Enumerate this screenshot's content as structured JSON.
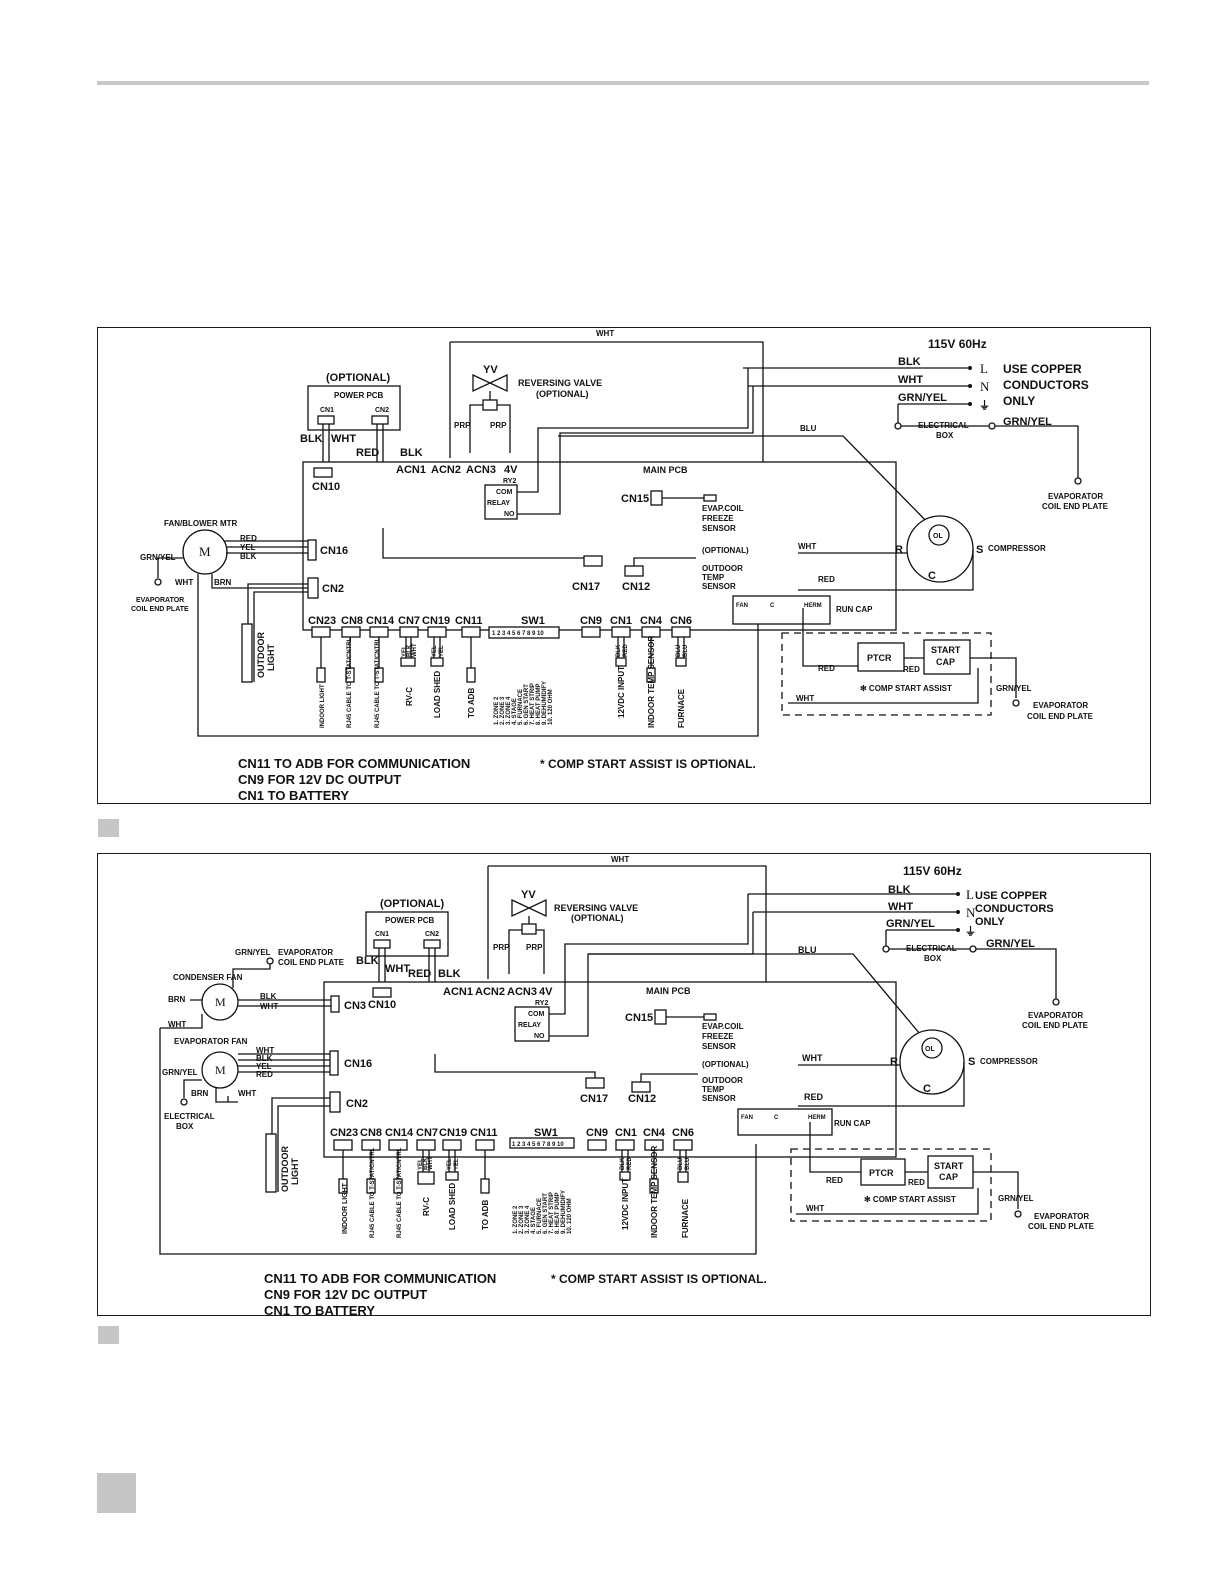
{
  "diagram1": {
    "wht_top": "WHT",
    "supply": "115V 60Hz",
    "line_labels": [
      "BLK",
      "WHT",
      "GRN/YEL"
    ],
    "line_terms": [
      "L",
      "N",
      "⏚"
    ],
    "copper_note": [
      "USE COPPER",
      "CONDUCTORS",
      "ONLY"
    ],
    "optional": "(OPTIONAL)",
    "power_pcb": "POWER PCB",
    "pcb_cn1": "CN1",
    "pcb_cn2": "CN2",
    "yv": "YV",
    "reversing_valve": "REVERSING VALVE",
    "rv_optional": "(OPTIONAL)",
    "prp1": "PRP",
    "prp2": "PRP",
    "blu": "BLU",
    "elec_box": [
      "ELECTRICAL",
      "BOX"
    ],
    "grnyel_right": "GRN/YEL",
    "evap_plate_right": [
      "EVAPORATOR",
      "COIL END PLATE"
    ],
    "blk_wht": [
      "BLK",
      "WHT"
    ],
    "red_blk": [
      "RED",
      "BLK"
    ],
    "acn_labels": [
      "ACN1",
      "ACN2",
      "ACN3",
      "4V"
    ],
    "main_pcb": "MAIN PCB",
    "ry2": "RY2",
    "relay": [
      "COM",
      "RELAY",
      "NO"
    ],
    "cn10": "CN10",
    "cn15": "CN15",
    "evap_sensor": [
      "EVAP.COIL",
      "FREEZE",
      "SENSOR"
    ],
    "fan_motor": "FAN/BLOWER MTR",
    "motor_wires": [
      "RED",
      "YEL",
      "BLK"
    ],
    "grnyel_left": "GRN/YEL",
    "wht_motor": "WHT",
    "brn_motor": "BRN",
    "evap_plate_left": [
      "EVAPORATOR",
      "COIL END PLATE"
    ],
    "cn16": "CN16",
    "cn2": "CN2",
    "cn17": "CN17",
    "cn12": "CN12",
    "outdoor_sensor": [
      "(OPTIONAL)",
      "OUTDOOR",
      "TEMP",
      "SENSOR"
    ],
    "outdoor_light": [
      "OUTDOOR",
      "LIGHT"
    ],
    "wht_comp": "WHT",
    "r_term": "R",
    "s_term": "S",
    "c_term": "C",
    "compressor": "COMPRESSOR",
    "ol": "OL",
    "red_comp": "RED",
    "runcap_terms": [
      "FAN",
      "C",
      "HERM"
    ],
    "run_cap": "RUN CAP",
    "ptcr": "PTCR",
    "start_cap": [
      "START",
      "CAP"
    ],
    "red_ptcr": "RED",
    "red_mid": "RED",
    "comp_start_assist": "✻ COMP START ASSIST",
    "wht_bottom": "WHT",
    "grnyel_csa": "GRN/YEL",
    "evap_plate_csa": [
      "EVAPORATOR",
      "COIL END PLATE"
    ],
    "bottom_connectors": [
      "CN23",
      "CN8",
      "CN14",
      "CN7",
      "CN19",
      "CN11",
      "SW1",
      "CN9",
      "CN1",
      "CN4",
      "CN6"
    ],
    "sw1_numbers": "1 2 3 4 5 6 7 8 9 10",
    "cn7_wires": [
      "YEL",
      "BLK",
      "WHT"
    ],
    "cn19_wires": [
      "YEL",
      "YEL"
    ],
    "cn1_wires": [
      "BLK",
      "RED"
    ],
    "cn6_wires": [
      "BLU",
      "BLU"
    ],
    "bottom_labels": [
      "INDOOR LIGHT",
      "RJ45 CABLE TO T-STAT/CNTRL",
      "RJ45 CABLE TO T-STAT/CNTRL",
      "RV-C",
      "LOAD SHED",
      "TO ADB",
      "12VDC INPUT",
      "INDOOR TEMP SENSOR",
      "FURNACE"
    ],
    "sw1_list": [
      "1. ZONE 2",
      "2. ZONE 3",
      "3. ZONE 4",
      "4. STAGE",
      "5. FURNACE",
      "6. GEN START",
      "7. HEAT STRIP",
      "8. HEAT PUMP",
      "9. DEHUMIDIFY",
      "10. 120 OHM"
    ],
    "notes": [
      "CN11 TO ADB FOR COMMUNICATION",
      "CN9 FOR 12V DC OUTPUT",
      "CN1 TO BATTERY"
    ],
    "optional_note": "* COMP START ASSIST IS OPTIONAL."
  },
  "diagram2": {
    "wht_top": "WHT",
    "supply": "115V 60Hz",
    "line_labels": [
      "BLK",
      "WHT",
      "GRN/YEL"
    ],
    "line_terms": [
      "L",
      "N",
      "⏚"
    ],
    "copper_note": [
      "USE COPPER",
      "CONDUCTORS",
      "ONLY"
    ],
    "optional": "(OPTIONAL)",
    "power_pcb": "POWER PCB",
    "pcb_cn1": "CN1",
    "pcb_cn2": "CN2",
    "yv": "YV",
    "reversing_valve": "REVERSING VALVE",
    "rv_optional": "(OPTIONAL)",
    "prp1": "PRP",
    "prp2": "PRP",
    "blu": "BLU",
    "elec_box": [
      "ELECTRICAL",
      "BOX"
    ],
    "grnyel_right": "GRN/YEL",
    "evap_plate_right": [
      "EVAPORATOR",
      "COIL END PLATE"
    ],
    "blk_wht": [
      "BLK",
      "WHT"
    ],
    "red_blk": [
      "RED",
      "BLK"
    ],
    "acn_labels": [
      "ACN1",
      "ACN2",
      "ACN3",
      "4V"
    ],
    "main_pcb": "MAIN PCB",
    "ry2": "RY2",
    "relay": [
      "COM",
      "RELAY",
      "NO"
    ],
    "cn10": "CN10",
    "cn3": "CN3",
    "cn15": "CN15",
    "evap_sensor": [
      "EVAP.COIL",
      "FREEZE",
      "SENSOR"
    ],
    "condenser_fan": "CONDENSER  FAN",
    "cond_grnyel": "GRN/YEL",
    "cond_plate": [
      "EVAPORATOR",
      "COIL END PLATE"
    ],
    "cond_wires": [
      "BLK",
      "WHT"
    ],
    "brn": "BRN",
    "wht_left": "WHT",
    "evaporator_fan": "EVAPORATOR  FAN",
    "evap_wires": [
      "WHT",
      "BLK",
      "YEL",
      "RED"
    ],
    "grnyel_left": "GRN/YEL",
    "brn_evap": "BRN",
    "wht_evap": "WHT",
    "elec_box_left": [
      "ELECTRICAL",
      "BOX"
    ],
    "cn16": "CN16",
    "cn2": "CN2",
    "cn17": "CN17",
    "cn12": "CN12",
    "outdoor_sensor": [
      "(OPTIONAL)",
      "OUTDOOR",
      "TEMP",
      "SENSOR"
    ],
    "outdoor_light": [
      "OUTDOOR",
      "LIGHT"
    ],
    "wht_comp": "WHT",
    "r_term": "R",
    "s_term": "S",
    "c_term": "C",
    "compressor": "COMPRESSOR",
    "ol": "OL",
    "red_comp": "RED",
    "runcap_terms": [
      "FAN",
      "C",
      "HERM"
    ],
    "run_cap": "RUN CAP",
    "ptcr": "PTCR",
    "start_cap": [
      "START",
      "CAP"
    ],
    "red_ptcr": "RED",
    "red_mid": "RED",
    "comp_start_assist": "✻ COMP START ASSIST",
    "wht_bottom": "WHT",
    "grnyel_csa": "GRN/YEL",
    "evap_plate_csa": [
      "EVAPORATOR",
      "COIL END PLATE"
    ],
    "bottom_connectors": [
      "CN23",
      "CN8",
      "CN14",
      "CN7",
      "CN19",
      "CN11",
      "SW1",
      "CN9",
      "CN1",
      "CN4",
      "CN6"
    ],
    "sw1_numbers": "1 2 3 4 5 6 7 8 9 10",
    "cn7_wires": [
      "YEL",
      "BLK",
      "WHT"
    ],
    "cn19_wires": [
      "YEL",
      "YEL"
    ],
    "cn1_wires": [
      "BLK",
      "RED"
    ],
    "cn6_wires": [
      "BLU",
      "BLU"
    ],
    "bottom_labels": [
      "INDOOR LIGHT",
      "RJ45 CABLE TO T-STAT/CNTRL",
      "RJ45 CABLE TO T-STAT/CNTRL",
      "RV-C",
      "LOAD SHED",
      "TO ADB",
      "12VDC INPUT",
      "INDOOR TEMP SENSOR",
      "FURNACE"
    ],
    "sw1_list": [
      "1. ZONE 2",
      "2. ZONE 3",
      "3. ZONE 4",
      "4. STAGE",
      "5. FURNACE",
      "6. GEN START",
      "7. HEAT STRIP",
      "8. HEAT PUMP",
      "9. DEHUMIDIFY",
      "10. 120 OHM"
    ],
    "notes": [
      "CN11 TO ADB FOR COMMUNICATION",
      "CN9 FOR 12V DC OUTPUT",
      "CN1 TO BATTERY"
    ],
    "optional_note": "* COMP START ASSIST IS OPTIONAL."
  }
}
